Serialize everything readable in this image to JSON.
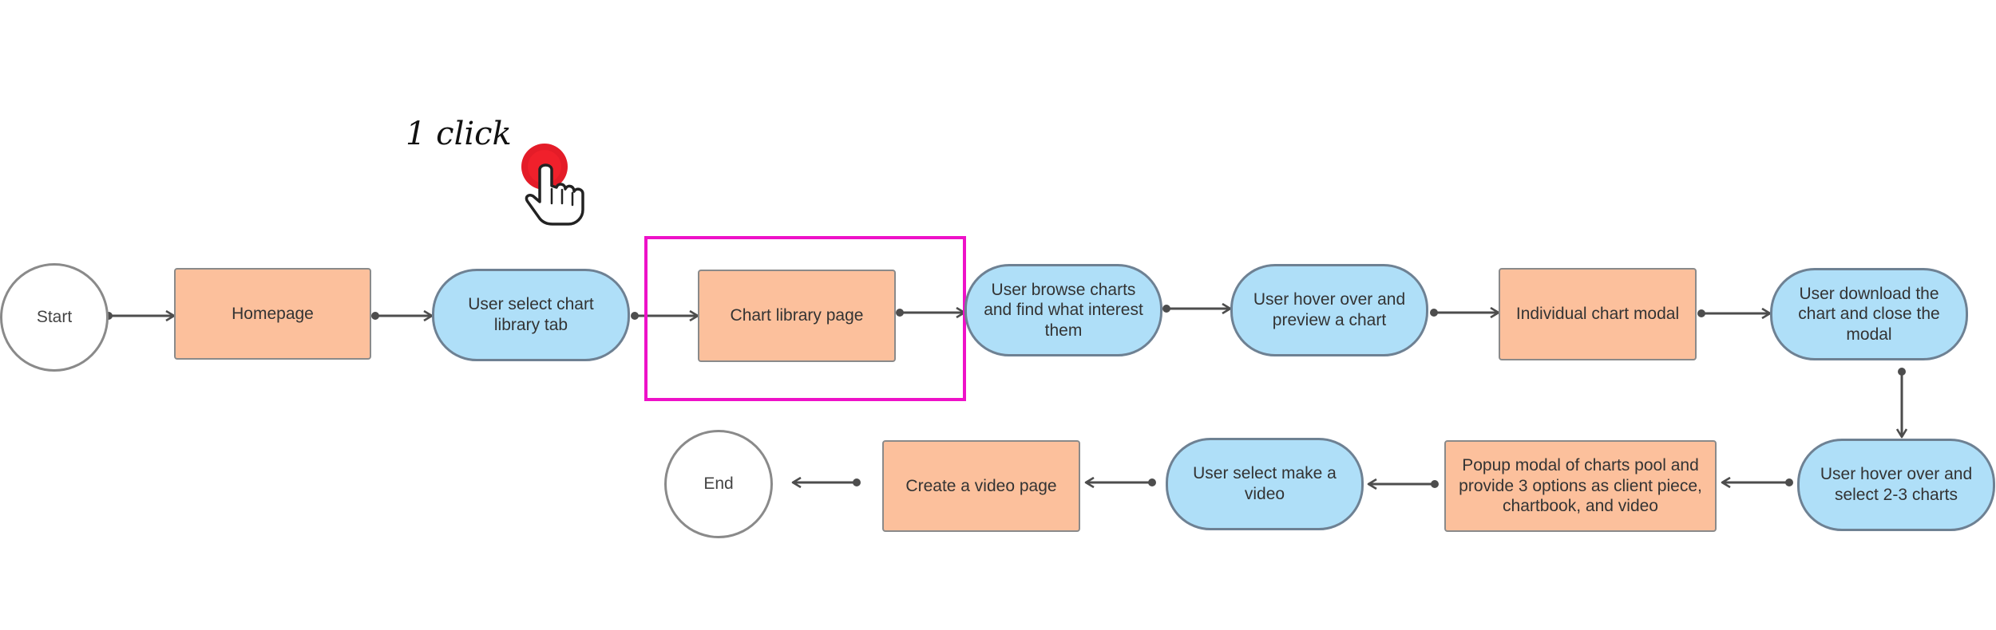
{
  "flowchart": {
    "nodes": [
      {
        "id": "start",
        "label": "Start",
        "shape": "circle"
      },
      {
        "id": "homepage",
        "label": "Homepage",
        "shape": "rect"
      },
      {
        "id": "select-chart-library-tab",
        "label": "User select chart library tab",
        "shape": "pill"
      },
      {
        "id": "chart-library-page",
        "label": "Chart library page",
        "shape": "rect"
      },
      {
        "id": "browse-charts",
        "label": "User browse charts and find what interest them",
        "shape": "pill"
      },
      {
        "id": "hover-preview",
        "label": "User hover over and preview a chart",
        "shape": "pill"
      },
      {
        "id": "individual-chart-modal",
        "label": "Individual chart modal",
        "shape": "rect"
      },
      {
        "id": "download-close",
        "label": "User download the chart and close the modal",
        "shape": "pill"
      },
      {
        "id": "hover-select-charts",
        "label": "User hover over and select 2-3 charts",
        "shape": "pill"
      },
      {
        "id": "popup-modal",
        "label": "Popup modal of charts pool and provide 3 options as client piece, chartbook, and video",
        "shape": "rect"
      },
      {
        "id": "select-make-video",
        "label": "User select make a video",
        "shape": "pill"
      },
      {
        "id": "create-video-page",
        "label": "Create a video page",
        "shape": "rect"
      },
      {
        "id": "end",
        "label": "End",
        "shape": "circle"
      }
    ],
    "edges": [
      {
        "from": "start",
        "to": "homepage"
      },
      {
        "from": "homepage",
        "to": "select-chart-library-tab"
      },
      {
        "from": "select-chart-library-tab",
        "to": "chart-library-page"
      },
      {
        "from": "chart-library-page",
        "to": "browse-charts"
      },
      {
        "from": "browse-charts",
        "to": "hover-preview"
      },
      {
        "from": "hover-preview",
        "to": "individual-chart-modal"
      },
      {
        "from": "individual-chart-modal",
        "to": "download-close"
      },
      {
        "from": "download-close",
        "to": "hover-select-charts"
      },
      {
        "from": "hover-select-charts",
        "to": "popup-modal"
      },
      {
        "from": "popup-modal",
        "to": "select-make-video"
      },
      {
        "from": "select-make-video",
        "to": "create-video-page"
      },
      {
        "from": "create-video-page",
        "to": "end"
      }
    ],
    "highlighted_node": "chart-library-page"
  },
  "annotation": {
    "text": "1 click",
    "icon": "tap-hand-icon"
  },
  "colors": {
    "rect_fill": "#fcc09c",
    "pill_fill": "#afdff8",
    "highlight_border": "#ee11c8",
    "tap_indicator": "#e3101c",
    "connector": "#4d4d4d"
  }
}
